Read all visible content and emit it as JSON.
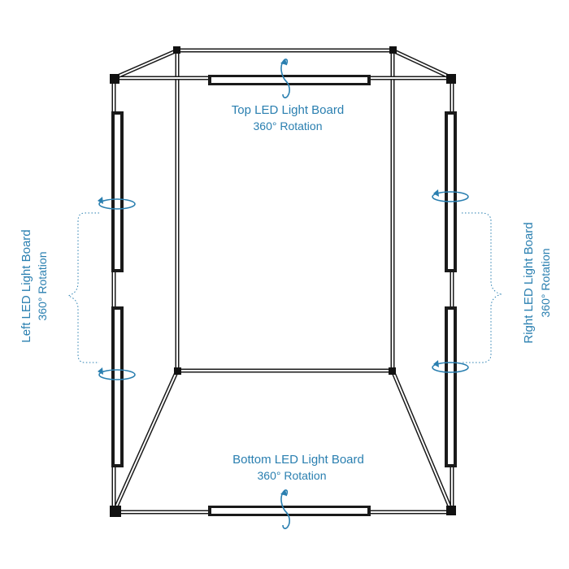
{
  "labels": {
    "top": {
      "line1": "Top LED Light Board",
      "line2": "360°  Rotation"
    },
    "bottom": {
      "line1": "Bottom LED Light Board",
      "line2": "360°  Rotation"
    },
    "left": {
      "line1": "Left LED Light Board",
      "line2": "360°  Rotation"
    },
    "right": {
      "line1": "Right LED Light Board",
      "line2": "360°  Rotation"
    }
  },
  "colors": {
    "label": "#2a7fb0",
    "frame": "#1a1a1a",
    "background": "#ffffff"
  }
}
